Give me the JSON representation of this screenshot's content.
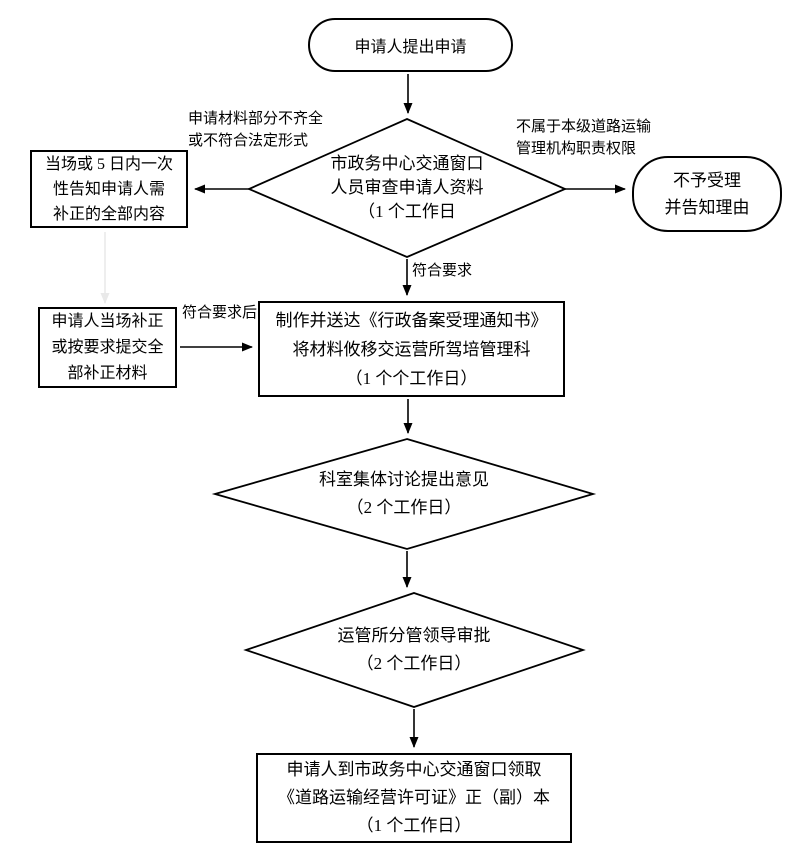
{
  "flowchart": {
    "nodes": {
      "start": {
        "text": "申请人提出申请"
      },
      "review": {
        "text": "市政务中心交通窗口\n人员审查申请人资料\n（1 个工作日"
      },
      "notice": {
        "text": "当场或 5 日内一次\n性告知申请人需\n补正的全部内容"
      },
      "reject": {
        "text": "不予受理\n并告知理由"
      },
      "produce": {
        "text": "制作并送达《行政备案受理通知书》\n将材料攸移交运营所驾培管理科\n（1 个个工作日）"
      },
      "supplement": {
        "text": "申请人当场补正\n或按要求提交全\n部补正材料"
      },
      "discuss": {
        "text": "科室集体讨论提出意见\n（2 个工作日）"
      },
      "approve": {
        "text": "运管所分管领导审批\n（2 个工作日）"
      },
      "obtain": {
        "text": "申请人到市政务中心交通窗口领取\n《道路运输经营许可证》正（副）本\n（1 个工作日）"
      }
    },
    "edge_labels": {
      "incomplete": "申请材料部分不齐全\n或不符合法定形式",
      "not_jurisdiction": "不属于本级道路运输\n管理机构职责权限",
      "meets": "符合要求",
      "meets_after": "符合要求后"
    },
    "colors": {
      "stroke": "#000000",
      "background": "#ffffff",
      "faint_connector": "#e9e9e9"
    }
  }
}
